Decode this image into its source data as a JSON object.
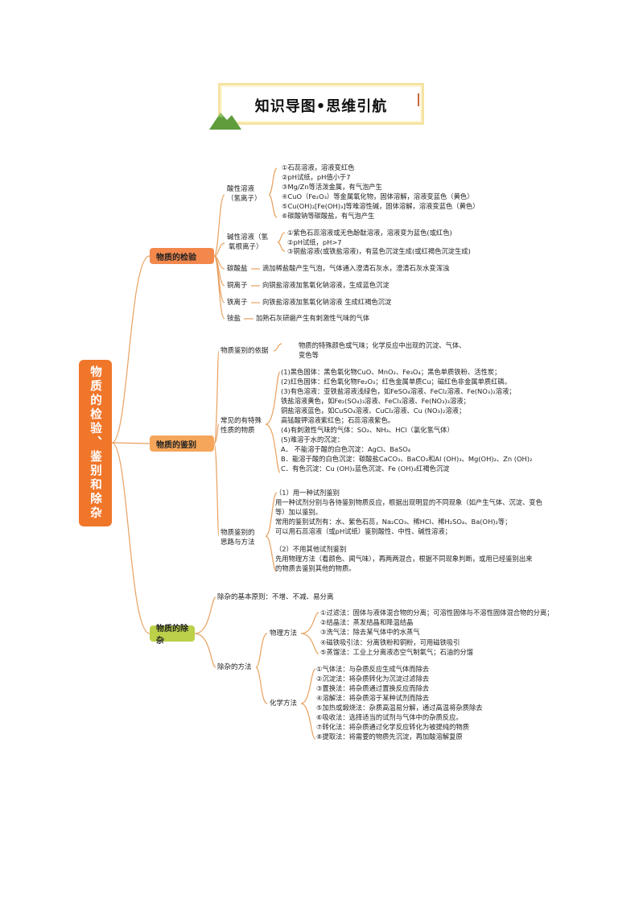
{
  "banner": {
    "title": "知识导图•思维引航"
  },
  "root": {
    "label": "物质的检验、鉴别和除杂"
  },
  "jianyan": {
    "label": "物质的检验",
    "acid": {
      "label1": "酸性溶液",
      "label2": "（氢离子）",
      "items": [
        "①石蕊溶液，溶液变红色",
        "②pH试纸，pH值小于7",
        "③Mg/Zn等活泼金属，有气泡产生",
        "④CuO（Fe₂O₃）等金属氧化物，固体溶解，溶液变蓝色（黄色）",
        "⑤Cu(OH)₂[Fe(OH)₃]等难溶性碱，固体溶解，溶液变蓝色（黄色）",
        "⑥碳酸钠等碳酸盐，有气泡产生"
      ]
    },
    "base": {
      "label1": "碱性溶液（氢",
      "label2": "氧根离子）",
      "items": [
        "①紫色石蕊溶液或无色酚酞溶液，溶液变为蓝色(或红色)",
        "②pH试纸，pH>7",
        "③铜盐溶液(或铁盐溶液)，有蓝色沉淀生成(或红褐色沉淀生成)"
      ]
    },
    "carbonate": {
      "label": "碳酸盐",
      "text": "滴加稀盐酸产生气泡，气体通入澄清石灰水，澄清石灰水变浑浊"
    },
    "copper": {
      "label": "铜离子",
      "text": "向铜盐溶液加氢氧化钠溶液，生成蓝色沉淀"
    },
    "iron": {
      "label": "铁离子",
      "text": "向铁盐溶液加氢氧化钠溶液 生成红褐色沉淀"
    },
    "ammonium": {
      "label": "铵盐",
      "text": "加熟石灰研磨产生有刺激性气味的气体"
    }
  },
  "jianbie": {
    "label": "物质的鉴别",
    "basis": {
      "label": "物质鉴别的依据",
      "lines": [
        "物质的特殊颜色或气味；化学反应中出现的沉淀、气体、",
        "变色等"
      ]
    },
    "common": {
      "label1": "常见的有特殊",
      "label2": "性质的物质",
      "lines": [
        "(1)黑色固体：黑色氧化物CuO、MnO₂、Fe₃O₄；黑色单质铁粉、活性炭；",
        "(2)红色固体：红色氧化物Fe₂O₃；红色金属单质Cu；磁红色非金属单质红磷。",
        "(3)有色溶液：亚铁盐溶液浅绿色，如FeSO₄溶液、FeCl₂溶液、Fe(NO₃)₂溶液；",
        "铁盐溶液黄色，如Fe₂(SO₄)₃溶液、FeCl₃溶液、Fe(NO₃)₃溶液；",
        "铜盐溶液蓝色，如CuSO₄溶液、CuCl₂溶液、Cu (NO₃)₂溶液；",
        "高锰酸钾溶液紫红色；石蕊溶液紫色。",
        "(4)有刺激性气味的气体：SO₂、NH₃、HCl（氯化氢气体）",
        "(5)难溶于水的沉淀：",
        "A． 不能溶于酸的白色沉淀：AgCl、BaSO₄",
        "B．能溶于酸的白色沉淀：碳酸盐CaCO₃、BaCO₃和Al (OH)₃、Mg(OH)₂、Zn (OH)₂",
        "C．有色沉淀：Cu (OH)₂蓝色沉淀、Fe (OH)₃红褐色沉淀"
      ]
    },
    "method": {
      "label1": "物质鉴别的",
      "label2": "思路与方法",
      "lines1": [
        "（1）用一种试剂鉴别",
        "用一种试剂分别与各待鉴别物质反应，根据出现明显的不同现象（如产生气体、沉淀、变色",
        "等）加以鉴别。",
        "常用的鉴别试剂有：水、紫色石蕊，Na₂CO₃、稀HCl、稀H₂SO₄、Ba(OH)₂等；",
        "可以用石蕊溶液（或pH试纸）鉴别酸性、中性、碱性溶液；"
      ],
      "lines2": [
        "（2）不用其他试剂鉴别",
        "先用物理方法（看颜色、闻气味），再两两混合，根据不同现象判断，或用已经鉴别出来",
        "的物质去鉴别其他的物质。"
      ]
    }
  },
  "chuza": {
    "label": "物质的除杂",
    "principle": "除杂的基本原则：不增、不减、易分离",
    "methods": {
      "label": "除杂的方法",
      "physical": {
        "label": "物理方法",
        "items": [
          "①过滤法：固体与液体混合物的分离；可溶性固体与不溶性固体混合物的分离；",
          "②结晶法：蒸发结晶和降温结晶",
          "③洗气法：除去某气体中的水蒸气",
          "④磁铁吸引法：分离铁粉和铜粉，可用磁铁吸引",
          "⑤蒸馏法：工业上分离液态空气制氧气；石油的分馏"
        ]
      },
      "chemical": {
        "label": "化学方法",
        "items": [
          "①气体法：与杂质反应生成气体而除去",
          "②沉淀法：将杂质转化为沉淀过滤除去",
          "③置换法：将杂质通过置换反应而除去",
          "④溶解法：将杂质溶于某种试剂而除去",
          "⑤加热或煅烧法：杂质高温易分解，通过高温将杂质除去",
          "⑥吸收法：选择适当的试剂与气体中的杂质反应。",
          "⑦转化法：将杂质通过化学反应转化为被提纯的物质",
          "⑧提取法：将需要的物质先沉淀，再加酸溶解复原"
        ]
      }
    }
  }
}
